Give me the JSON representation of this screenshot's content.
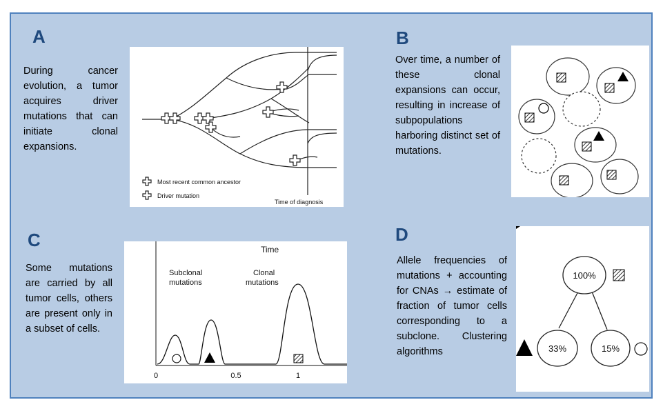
{
  "A": {
    "letter": "A",
    "text": "During cancer evolution, a tumor acquires driver mutations that can initiate clonal expansions.",
    "legend_ancestor": "Most recent common ancestor",
    "legend_driver": "Driver mutation",
    "axis_label": "Time of diagnosis"
  },
  "B": {
    "letter": "B",
    "text": "Over time, a number of these clonal expansions can occur, resulting in increase of subpopulations harboring distinct set of mutations."
  },
  "C": {
    "letter": "C",
    "text": "Some mutations are carried by all tumor cells, others are present only in a subset of cells.",
    "time_label": "Time",
    "subclonal_label_1": "Subclonal",
    "subclonal_label_2": "mutations",
    "clonal_label_1": "Clonal",
    "clonal_label_2": "mutations",
    "ticks": [
      "0",
      "0.5",
      "1"
    ]
  },
  "D": {
    "letter": "D",
    "text": "Allele frequencies of mutations + accounting for CNAs → estimate of fraction of tumor cells corresponding to a subclone. Clustering algorithms",
    "root_label": "100%",
    "left_label": "33%",
    "right_label": "15%"
  },
  "colors": {
    "background": "#b8cce4",
    "border": "#4f81bd",
    "letter": "#1f497d"
  }
}
